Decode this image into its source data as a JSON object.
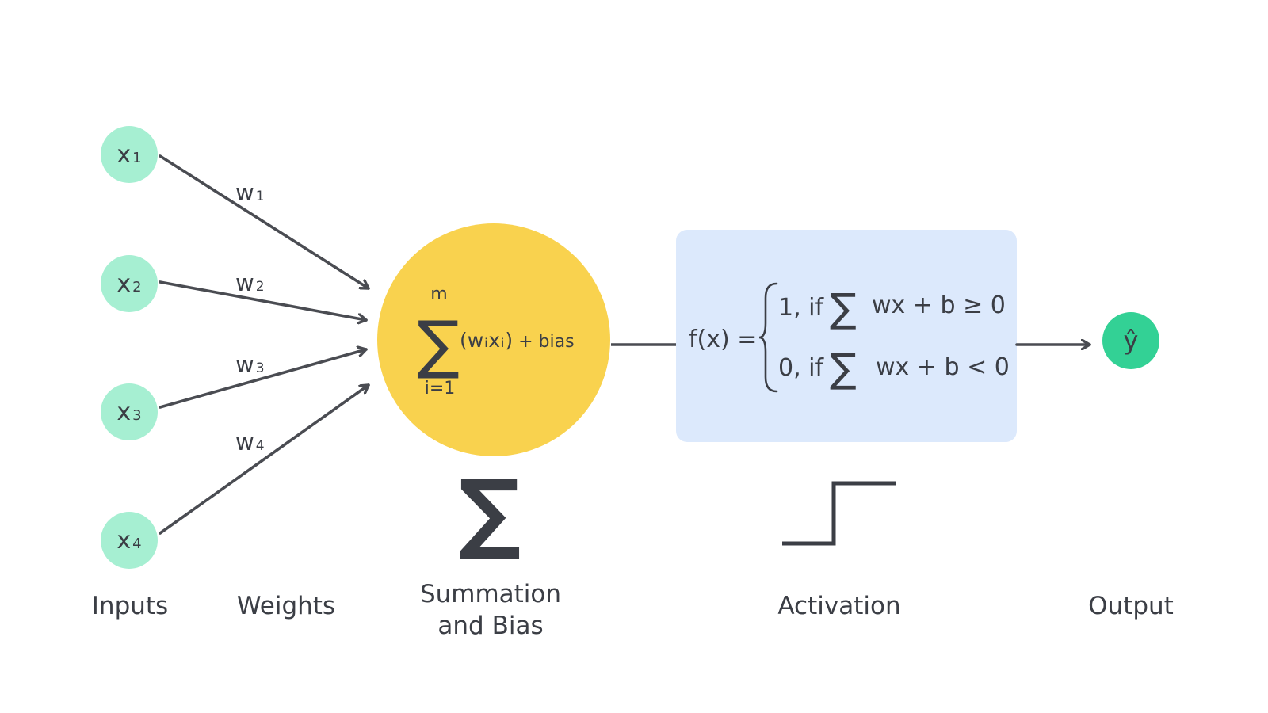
{
  "colors": {
    "input_node": "#a6efd2",
    "output_node": "#33d195",
    "summation_circle": "#f9d24e",
    "activation_box": "#dce9fc",
    "stroke": "#4a4c52",
    "text": "#3b3e45"
  },
  "inputs": [
    {
      "base": "x",
      "sub": "1"
    },
    {
      "base": "x",
      "sub": "2"
    },
    {
      "base": "x",
      "sub": "3"
    },
    {
      "base": "x",
      "sub": "4"
    }
  ],
  "weights": [
    {
      "base": "w",
      "sub": "1"
    },
    {
      "base": "w",
      "sub": "2"
    },
    {
      "base": "w",
      "sub": "3"
    },
    {
      "base": "w",
      "sub": "4"
    }
  ],
  "summation": {
    "upper_limit": "m",
    "sigma": "∑",
    "lower_limit": "i=1",
    "open_paren": "(w",
    "sub_i_1": "i",
    "x": "x",
    "sub_i_2": "i",
    "close_term": ")",
    "bias_term": " + bias"
  },
  "activation": {
    "lhs": "f(x) =",
    "case1_prefix": "1, if",
    "case1_sigma": "∑",
    "case1_expr": "wx + b ≥ 0",
    "case2_prefix": "0, if",
    "case2_sigma": "∑",
    "case2_expr": "wx + b < 0"
  },
  "output": {
    "label": "ŷ"
  },
  "sigma_icon": "∑",
  "icons": {
    "summation": "sigma-icon",
    "activation": "step-function-icon"
  },
  "captions": {
    "inputs": "Inputs",
    "weights": "Weights",
    "summation_line1": "Summation",
    "summation_line2": "and Bias",
    "activation": "Activation",
    "output": "Output"
  }
}
